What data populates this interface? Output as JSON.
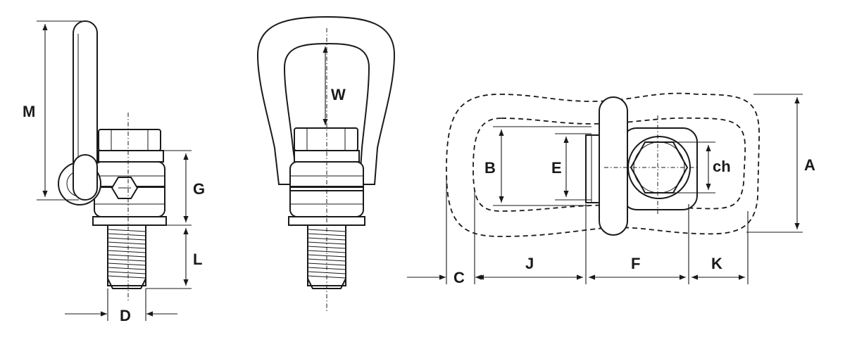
{
  "labels": {
    "M": "M",
    "G": "G",
    "L": "L",
    "D": "D",
    "W": "W",
    "B": "B",
    "E": "E",
    "ch": "ch",
    "A": "A",
    "C": "C",
    "J": "J",
    "F": "F",
    "K": "K"
  }
}
